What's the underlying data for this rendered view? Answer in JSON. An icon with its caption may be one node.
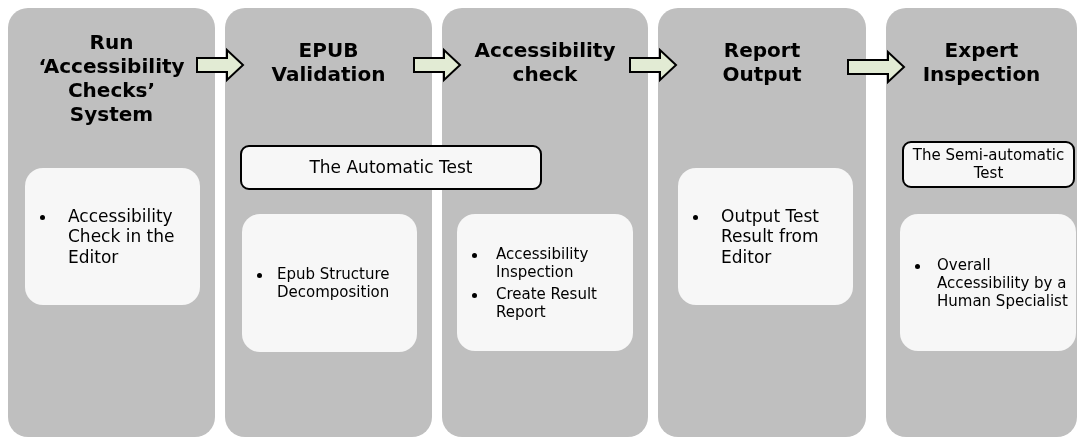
{
  "diagram": {
    "nodes": [
      {
        "text": [
          "Run ‘Accessibility Checks’ System"
        ]
      },
      {
        "text": [
          "Accessibility Check in the Editor"
        ],
        "in": 0
      },
      {
        "text": [
          "EPUB Validation"
        ]
      },
      {
        "text": [
          "The Automatic Test"
        ]
      },
      {
        "text": [
          "Epub Structure Decomposition"
        ],
        "in": 2
      },
      {
        "text": [
          "Accessibility check"
        ]
      },
      {
        "text": [
          "Accessibility Inspection",
          "Create Result Report"
        ],
        "in": 5
      },
      {
        "text": [
          "Report Output"
        ]
      },
      {
        "text": [
          "Output Test Result from Editor"
        ],
        "in": 7
      },
      {
        "text": [
          "Expert Inspection"
        ]
      },
      {
        "text": [
          "The Semi-automatic Test"
        ],
        "in": 9
      },
      {
        "text": [
          "Overall Accessibility by a Human Specialist"
        ],
        "in": 9
      }
    ],
    "edges": [
      {
        "from": 0,
        "to": 2,
        "arrow": "to"
      },
      {
        "from": 2,
        "to": 5,
        "arrow": "to"
      },
      {
        "from": 5,
        "to": 7,
        "arrow": "to"
      },
      {
        "from": 7,
        "to": 9,
        "arrow": "to"
      }
    ]
  }
}
